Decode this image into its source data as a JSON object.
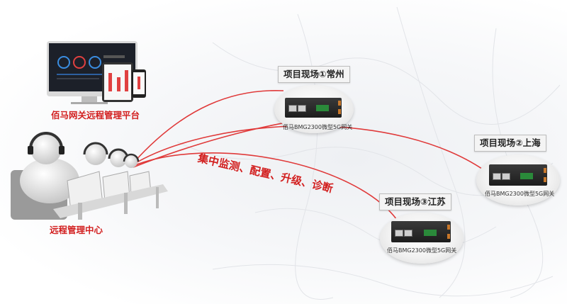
{
  "platform": {
    "title": "佰马网关远程管理平台"
  },
  "center": {
    "label": "远程管理中心"
  },
  "slogan": "集中监测、配置、升级、诊断",
  "sites": [
    {
      "label": "项目现场①常州",
      "device_caption": "佰马BMG2300微型5G网关"
    },
    {
      "label": "项目现场②上海",
      "device_caption": "佰马BMG2300微型5G网关"
    },
    {
      "label": "项目现场③江苏",
      "device_caption": "佰马BMG2300微型5G网关"
    }
  ],
  "colors": {
    "accent": "#d21f1f",
    "line": "#e03a3a"
  }
}
